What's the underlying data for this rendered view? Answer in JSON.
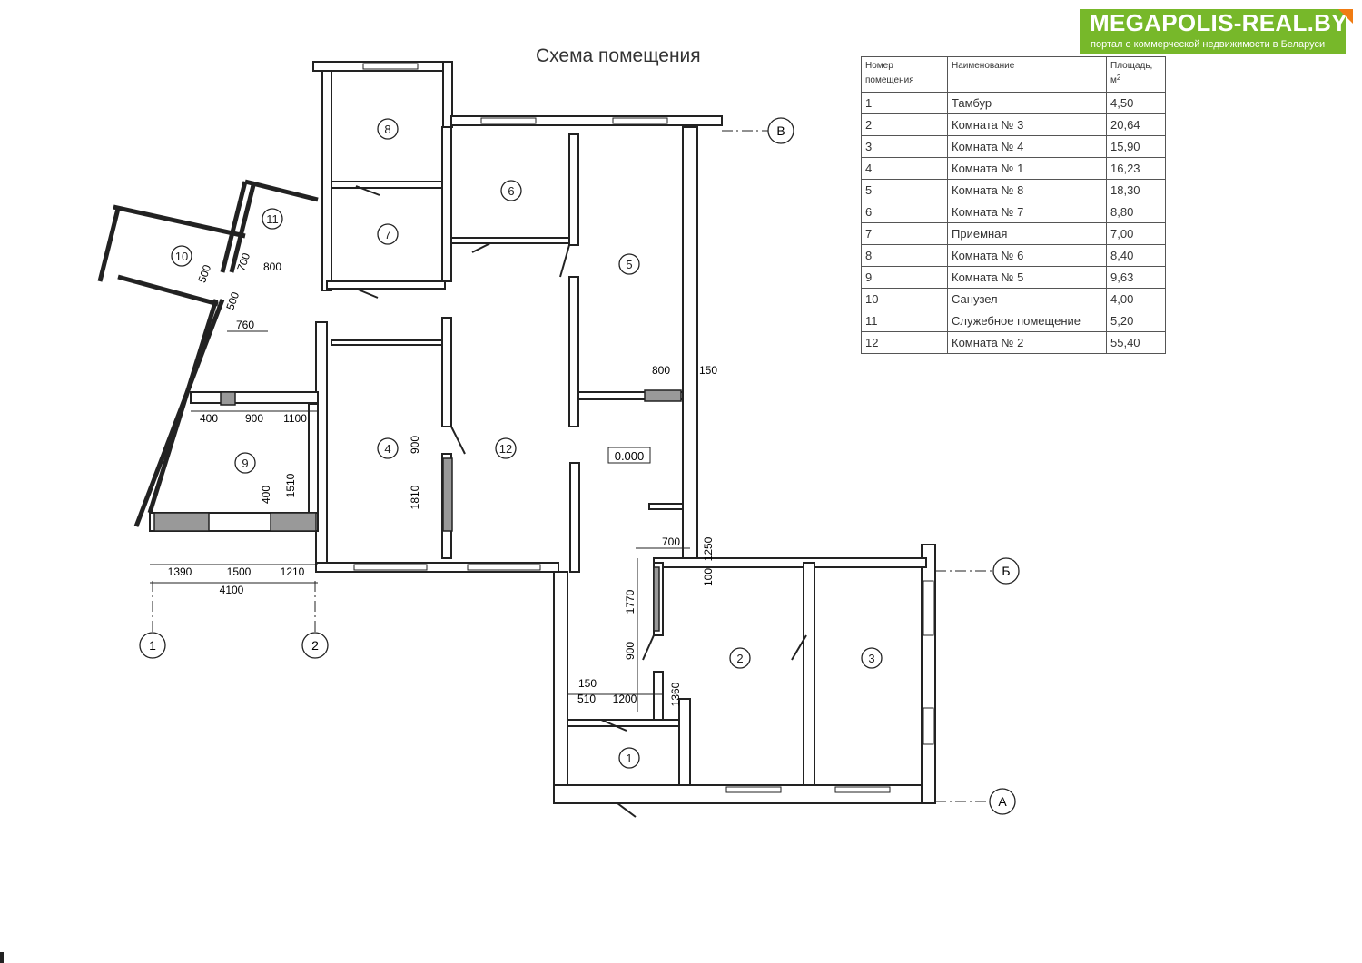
{
  "title": "Схема помещения",
  "logo": {
    "name": "MEGAPOLIS-REAL.BY",
    "tagline": "портал о коммерческой недвижимости в Беларуси",
    "color": "#77b82a",
    "accent": "#f07b12"
  },
  "table": {
    "headers": {
      "number": "Номер помещения",
      "name": "Наименование",
      "area": "Площадь, м",
      "area_sup": "2"
    },
    "rows": [
      {
        "n": "1",
        "name": "Тамбур",
        "area": "4,50"
      },
      {
        "n": "2",
        "name": "Комната № 3",
        "area": "20,64"
      },
      {
        "n": "3",
        "name": "Комната № 4",
        "area": "15,90"
      },
      {
        "n": "4",
        "name": "Комната № 1",
        "area": "16,23"
      },
      {
        "n": "5",
        "name": "Комната № 8",
        "area": "18,30"
      },
      {
        "n": "6",
        "name": "Комната № 7",
        "area": "8,80"
      },
      {
        "n": "7",
        "name": "Приемная",
        "area": "7,00"
      },
      {
        "n": "8",
        "name": "Комната № 6",
        "area": "8,40"
      },
      {
        "n": "9",
        "name": "Комната № 5",
        "area": "9,63"
      },
      {
        "n": "10",
        "name": "Санузел",
        "area": "4,00"
      },
      {
        "n": "11",
        "name": "Служебное помещение",
        "area": "5,20"
      },
      {
        "n": "12",
        "name": "Комната № 2",
        "area": "55,40"
      }
    ]
  },
  "plan": {
    "rooms": [
      "8",
      "7",
      "6",
      "5",
      "11",
      "10",
      "4",
      "12",
      "9",
      "2",
      "3",
      "1"
    ],
    "level_mark": "0.000",
    "axes": [
      "В",
      "Б",
      "А",
      "1",
      "2"
    ],
    "dimensions": [
      "800",
      "150",
      "400",
      "900",
      "1100",
      "900",
      "1810",
      "400",
      "1510",
      "1390",
      "1500",
      "1210",
      "4100",
      "700",
      "1250",
      "100",
      "1770",
      "900",
      "1360",
      "150",
      "510",
      "1200",
      "500",
      "700",
      "800",
      "500",
      "760"
    ]
  }
}
